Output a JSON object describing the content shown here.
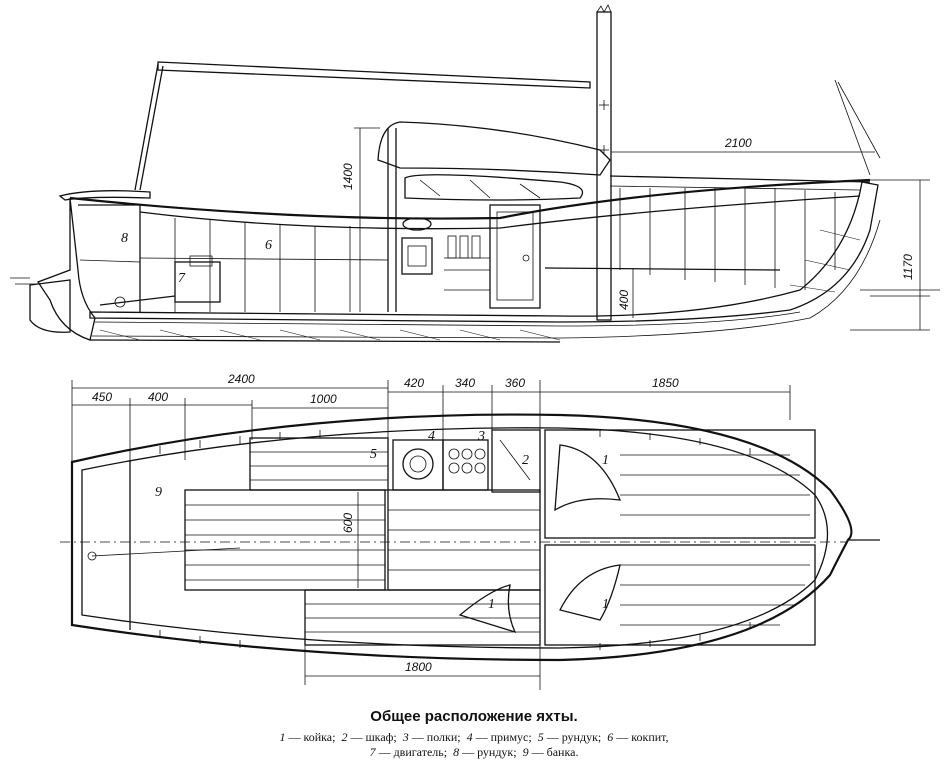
{
  "caption": {
    "title": "Общее расположение яхты.",
    "legend": [
      {
        "num": "1",
        "text": "— койка;"
      },
      {
        "num": "2",
        "text": "— шкаф;"
      },
      {
        "num": "3",
        "text": "— полки;"
      },
      {
        "num": "4",
        "text": "— примус;"
      },
      {
        "num": "5",
        "text": "— рундук;"
      },
      {
        "num": "6",
        "text": "— кокпит,"
      },
      {
        "num": "7",
        "text": "— двигатель;"
      },
      {
        "num": "8",
        "text": "— рундук;"
      },
      {
        "num": "9",
        "text": "— банка."
      }
    ]
  },
  "side_view": {
    "dimensions": {
      "cabin_height": "1400",
      "bow_deck_length": "2100",
      "bow_height": "1170",
      "floor_height": "400"
    },
    "labels": {
      "n6": "6",
      "n7": "7",
      "n8": "8"
    }
  },
  "plan_view": {
    "dimensions": {
      "d2400": "2400",
      "d450": "450",
      "d400": "400",
      "d1000": "1000",
      "d420": "420",
      "d340": "340",
      "d360": "360",
      "d1850": "1850",
      "d600": "600",
      "d1800": "1800"
    },
    "labels": {
      "n1a": "1",
      "n1b": "1",
      "n1c": "1",
      "n2": "2",
      "n3": "3",
      "n4": "4",
      "n5": "5",
      "n9": "9"
    }
  }
}
